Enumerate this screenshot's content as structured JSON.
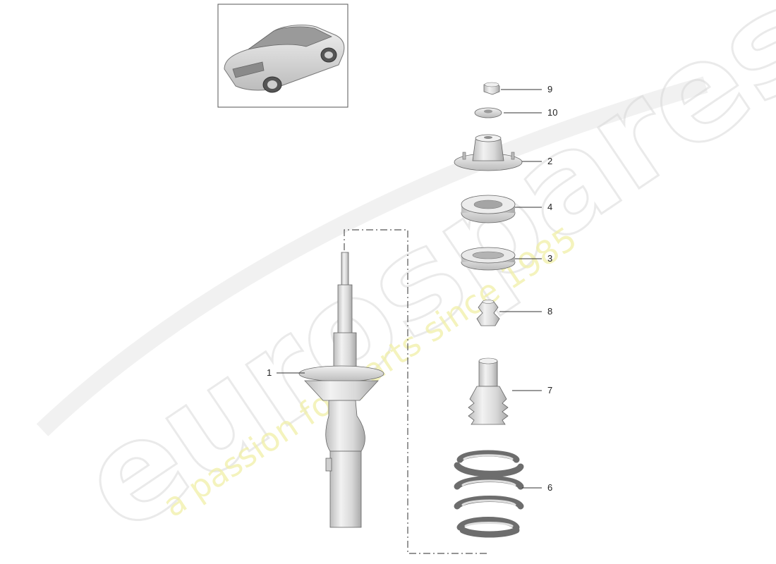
{
  "diagram": {
    "parts": [
      {
        "id": "1",
        "label": "1"
      },
      {
        "id": "2",
        "label": "2"
      },
      {
        "id": "3",
        "label": "3"
      },
      {
        "id": "4",
        "label": "4"
      },
      {
        "id": "6",
        "label": "6"
      },
      {
        "id": "7",
        "label": "7"
      },
      {
        "id": "8",
        "label": "8"
      },
      {
        "id": "9",
        "label": "9"
      },
      {
        "id": "10",
        "label": "10"
      }
    ]
  },
  "watermark": {
    "brand": "eurospares",
    "tagline": "a passion for parts since 1985"
  },
  "colors": {
    "line": "#333333",
    "part_fill": "#e6e6e6",
    "part_stroke": "#555555",
    "watermark_brand": "#d9d9d9",
    "watermark_tagline": "#f1f0a8"
  }
}
